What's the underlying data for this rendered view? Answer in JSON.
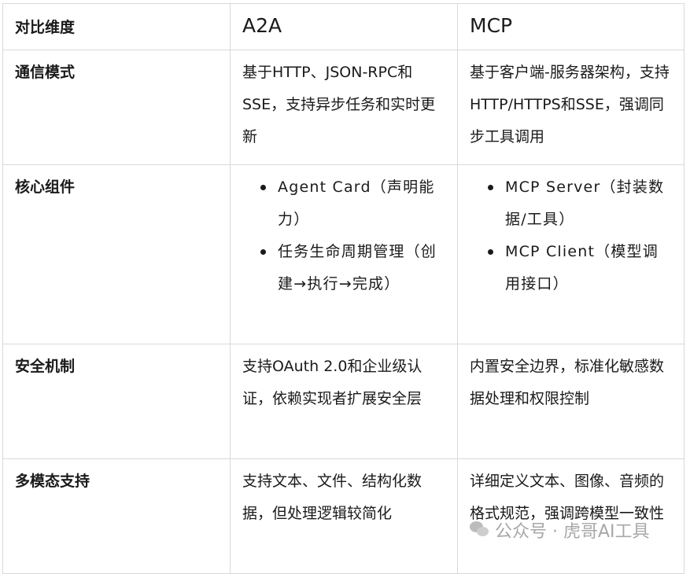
{
  "table": {
    "header": {
      "dimension": "对比维度",
      "col_a": "A2A",
      "col_b": "MCP"
    },
    "rows": [
      {
        "dimension": "通信模式",
        "a2a": "基于HTTP、JSON-RPC和SSE，支持异步任务和实时更新",
        "mcp": "基于客户端-服务器架构，支持HTTP/HTTPS和SSE，强调同步工具调用"
      },
      {
        "dimension": "核心组件",
        "a2a_items": [
          "Agent Card（声明能力）",
          "任务生命周期管理（创建→执行→完成）"
        ],
        "mcp_items": [
          "MCP Server（封装数据/工具）",
          "MCP Client（模型调用接口）"
        ]
      },
      {
        "dimension": "安全机制",
        "a2a": "支持OAuth 2.0和企业级认证，依赖实现者扩展安全层",
        "mcp": "内置安全边界，标准化敏感数据处理和权限控制"
      },
      {
        "dimension": "多模态支持",
        "a2a": "支持文本、文件、结构化数据，但处理逻辑较简化",
        "mcp": "详细定义文本、图像、音频的格式规范，强调跨模型一致性"
      }
    ]
  },
  "watermark": {
    "icon": "wechat-icon",
    "text": "公众号 · 虎哥AI工具"
  }
}
